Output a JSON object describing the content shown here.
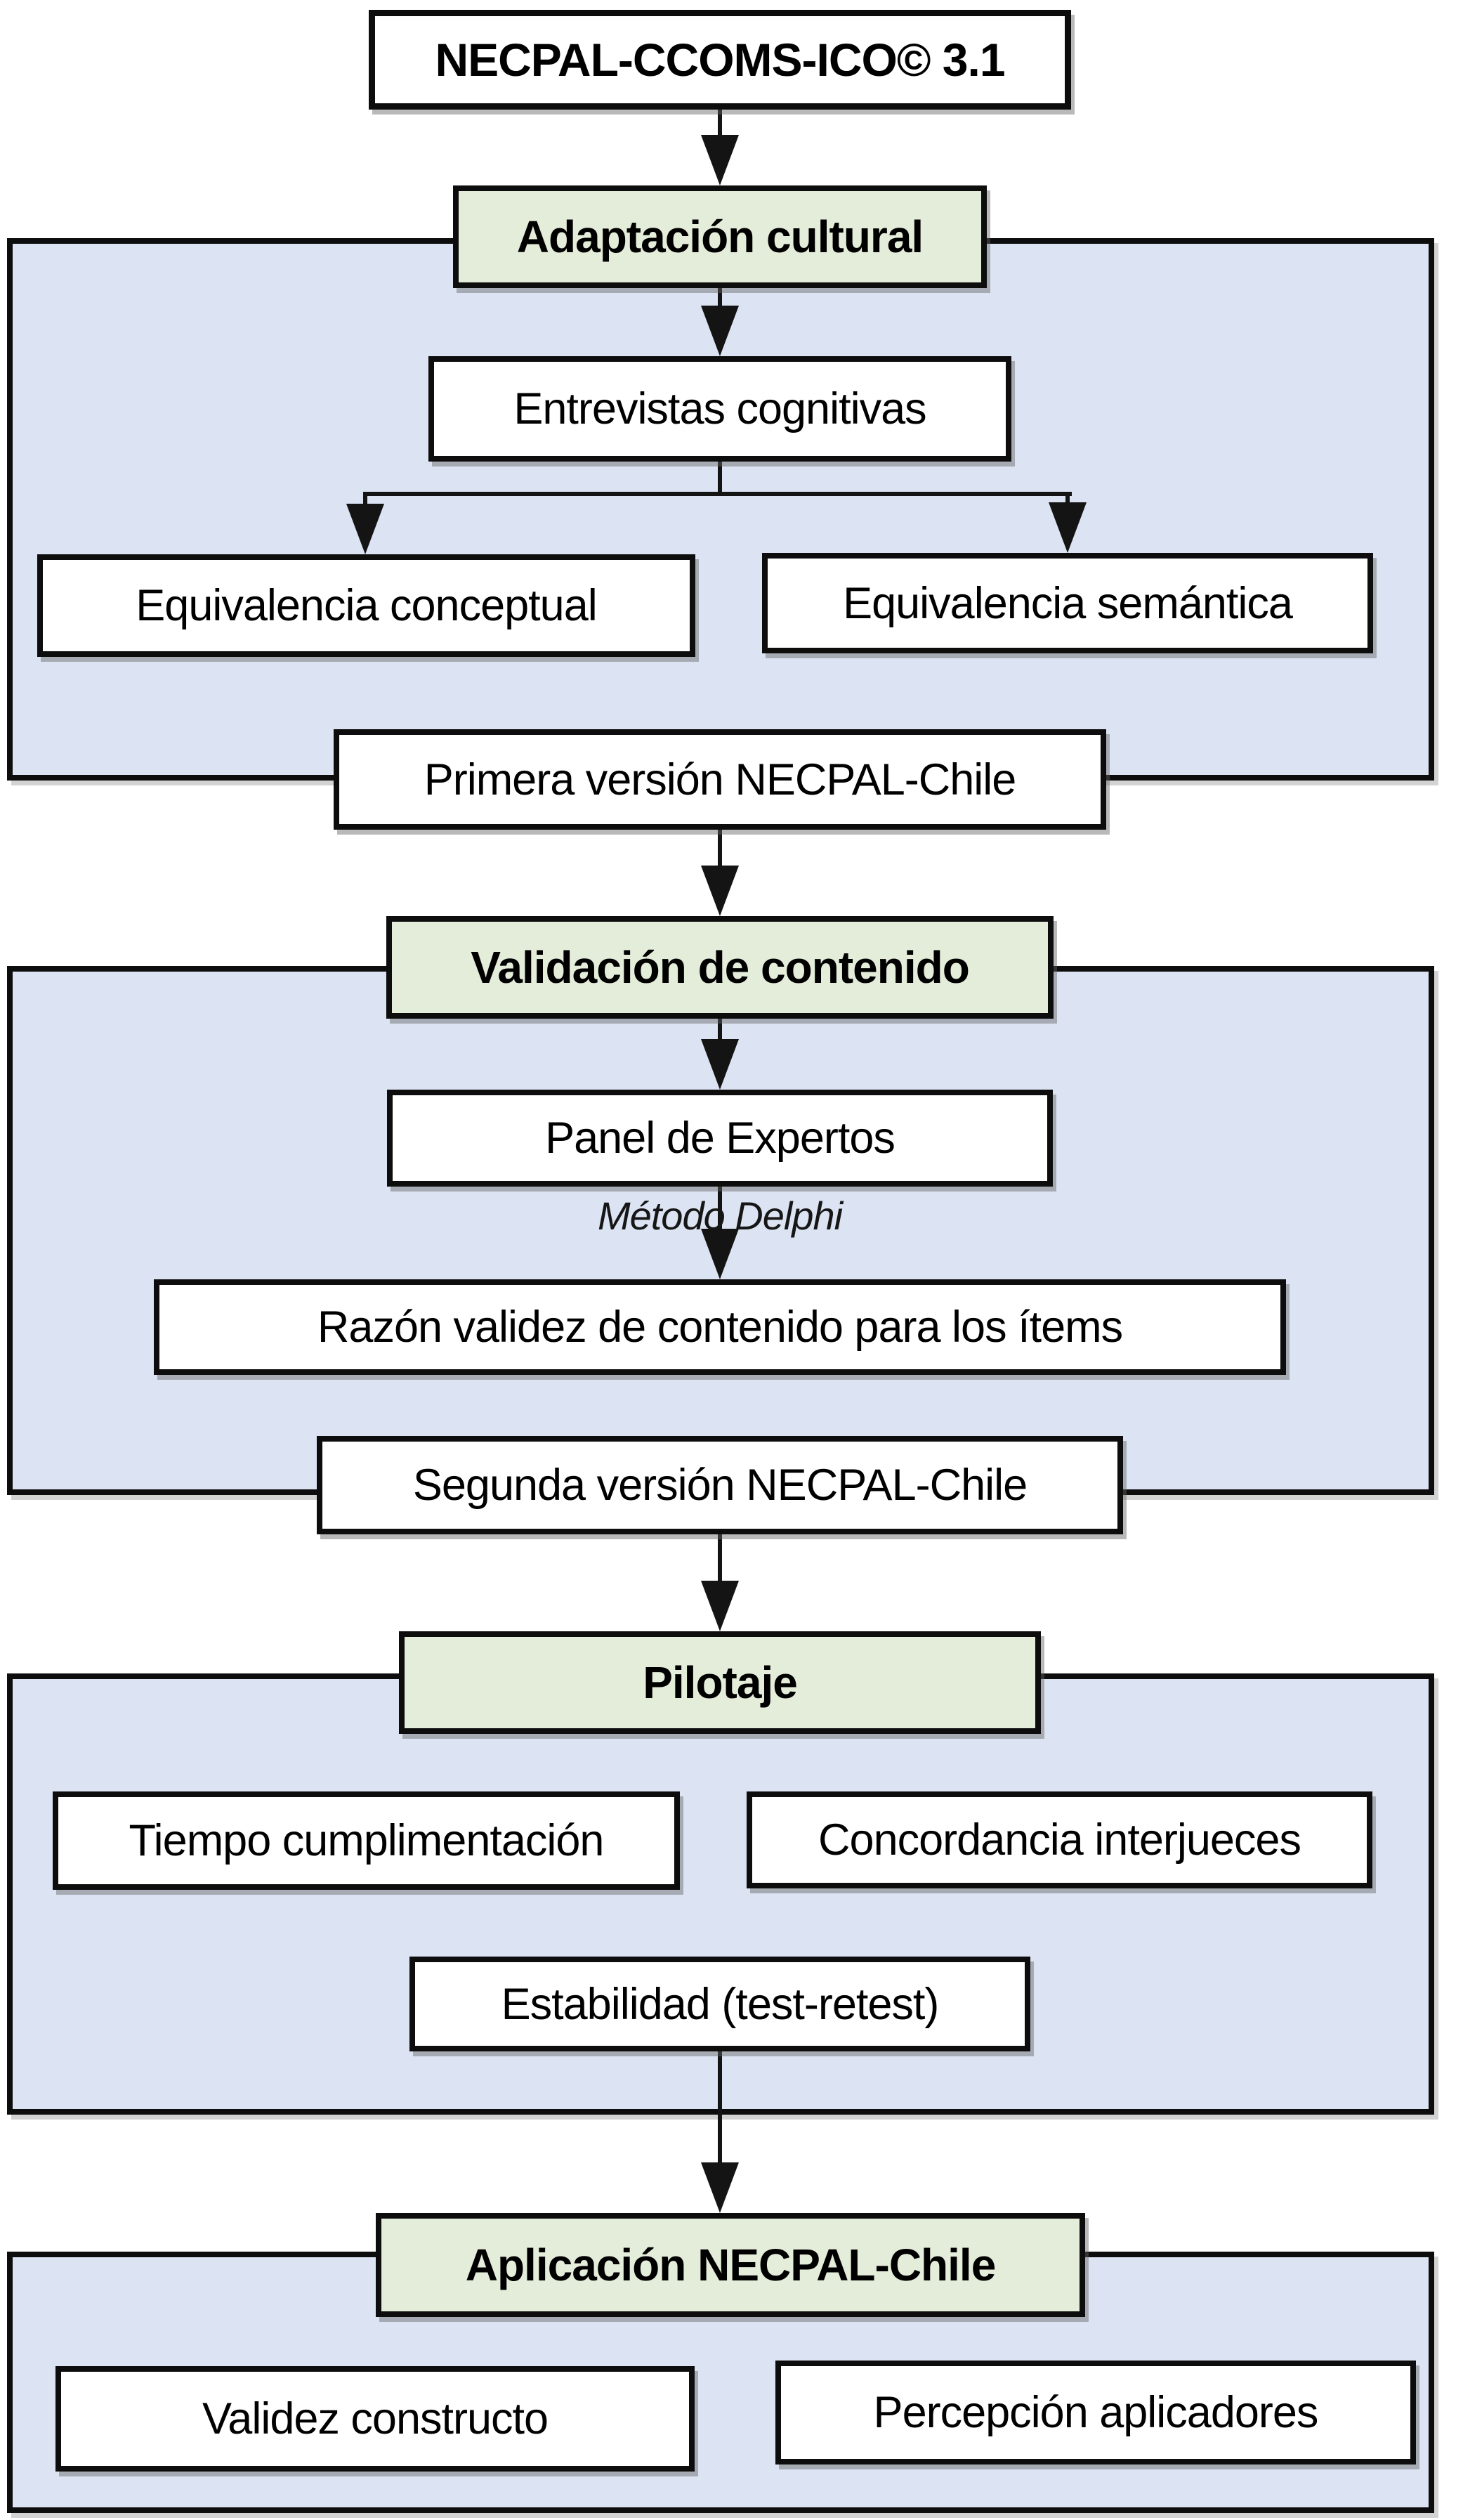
{
  "title_box": {
    "label": "NECPAL-CCOMS-ICO© 3.1"
  },
  "stages": [
    {
      "title": "Adaptación cultural",
      "steps": [
        "Entrevistas cognitivas",
        "Equivalencia conceptual",
        "Equivalencia semántica"
      ],
      "result": "Primera versión NECPAL-Chile"
    },
    {
      "title": "Validación de contenido",
      "steps": [
        "Panel de Expertos",
        "Razón validez de contenido para los ítems"
      ],
      "arrow_note": "Método Delphi",
      "result": "Segunda versión NECPAL-Chile"
    },
    {
      "title": "Pilotaje",
      "steps": [
        "Tiempo cumplimentación",
        "Concordancia interjueces",
        "Estabilidad (test-retest)"
      ]
    },
    {
      "title": "Aplicación NECPAL-Chile",
      "steps": [
        "Validez constructo",
        "Percepción aplicadores"
      ]
    }
  ],
  "colors": {
    "stage_fill": "#e4ecda",
    "section_fill": "#dce3f2",
    "node_fill": "#ffffff",
    "border": "#0d0d0d",
    "line": "#141414"
  }
}
